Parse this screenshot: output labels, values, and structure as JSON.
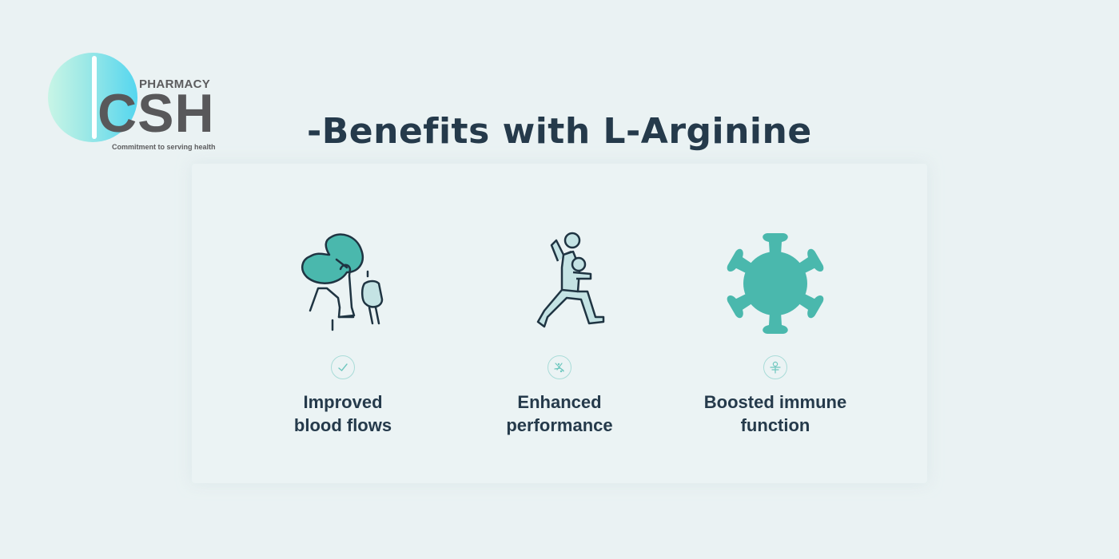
{
  "brand": {
    "pharmacy_label": "PHARMACY",
    "logo_text": "CSH",
    "tagline": "Commitment to serving health",
    "colors": {
      "circle_start": "#c8f5e6",
      "circle_end": "#55d6ef",
      "text": "#58585a"
    }
  },
  "header": {
    "title": "-Benefits with L-Arginine"
  },
  "benefits": [
    {
      "illustration_icon": "blood-flow-illustration-icon",
      "badge_icon": "checkmark-icon",
      "line1": "Improved",
      "line2": "blood flows"
    },
    {
      "illustration_icon": "running-figure-icon",
      "badge_icon": "performance-icon",
      "line1": "Enhanced",
      "line2": "performance"
    },
    {
      "illustration_icon": "immune-cell-icon",
      "badge_icon": "balance-icon",
      "line1": "Boosted immune",
      "line2": "function"
    }
  ],
  "colors": {
    "background": "#eaf2f3",
    "accent_teal": "#4ab8ad",
    "light_teal": "#c4e3e4",
    "heading": "#253a4b",
    "stroke": "#1f3442"
  }
}
